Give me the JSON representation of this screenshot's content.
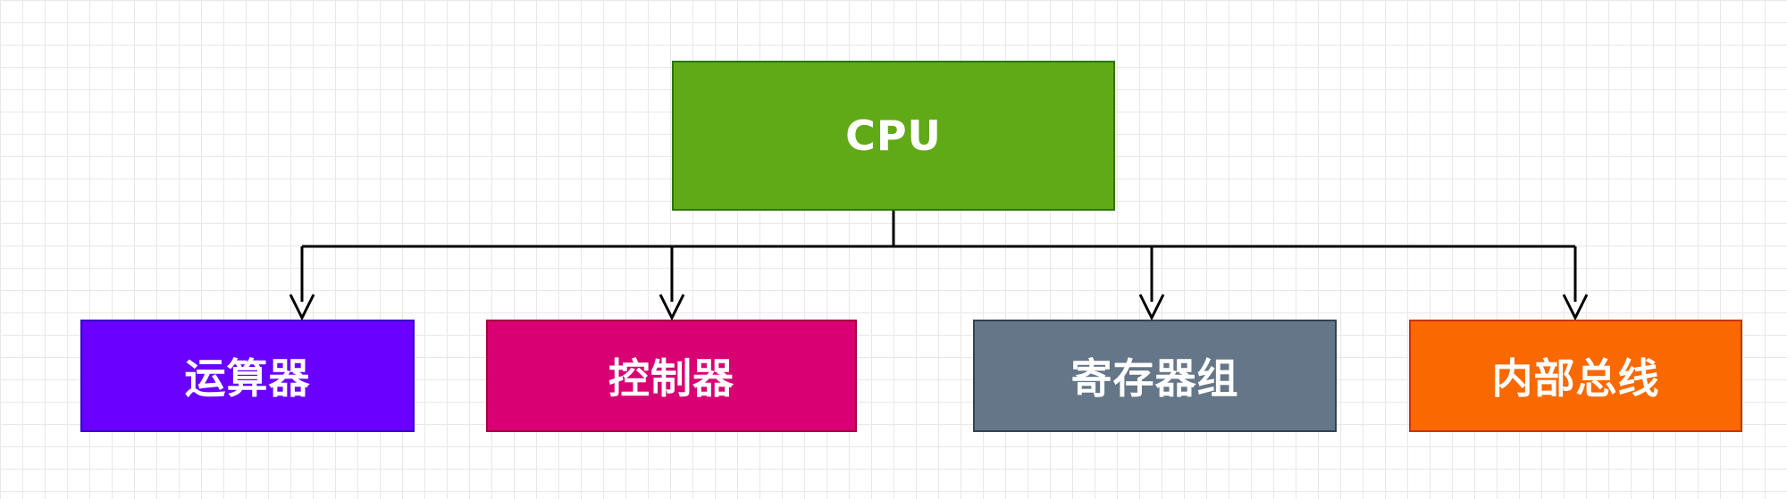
{
  "diagram": {
    "root": {
      "label": "CPU",
      "color": "#60a917"
    },
    "children": [
      {
        "label": "运算器",
        "color": "#6a00ff"
      },
      {
        "label": "控制器",
        "color": "#d80073"
      },
      {
        "label": "寄存器组",
        "color": "#647687"
      },
      {
        "label": "内部总线",
        "color": "#fa6800"
      }
    ]
  }
}
